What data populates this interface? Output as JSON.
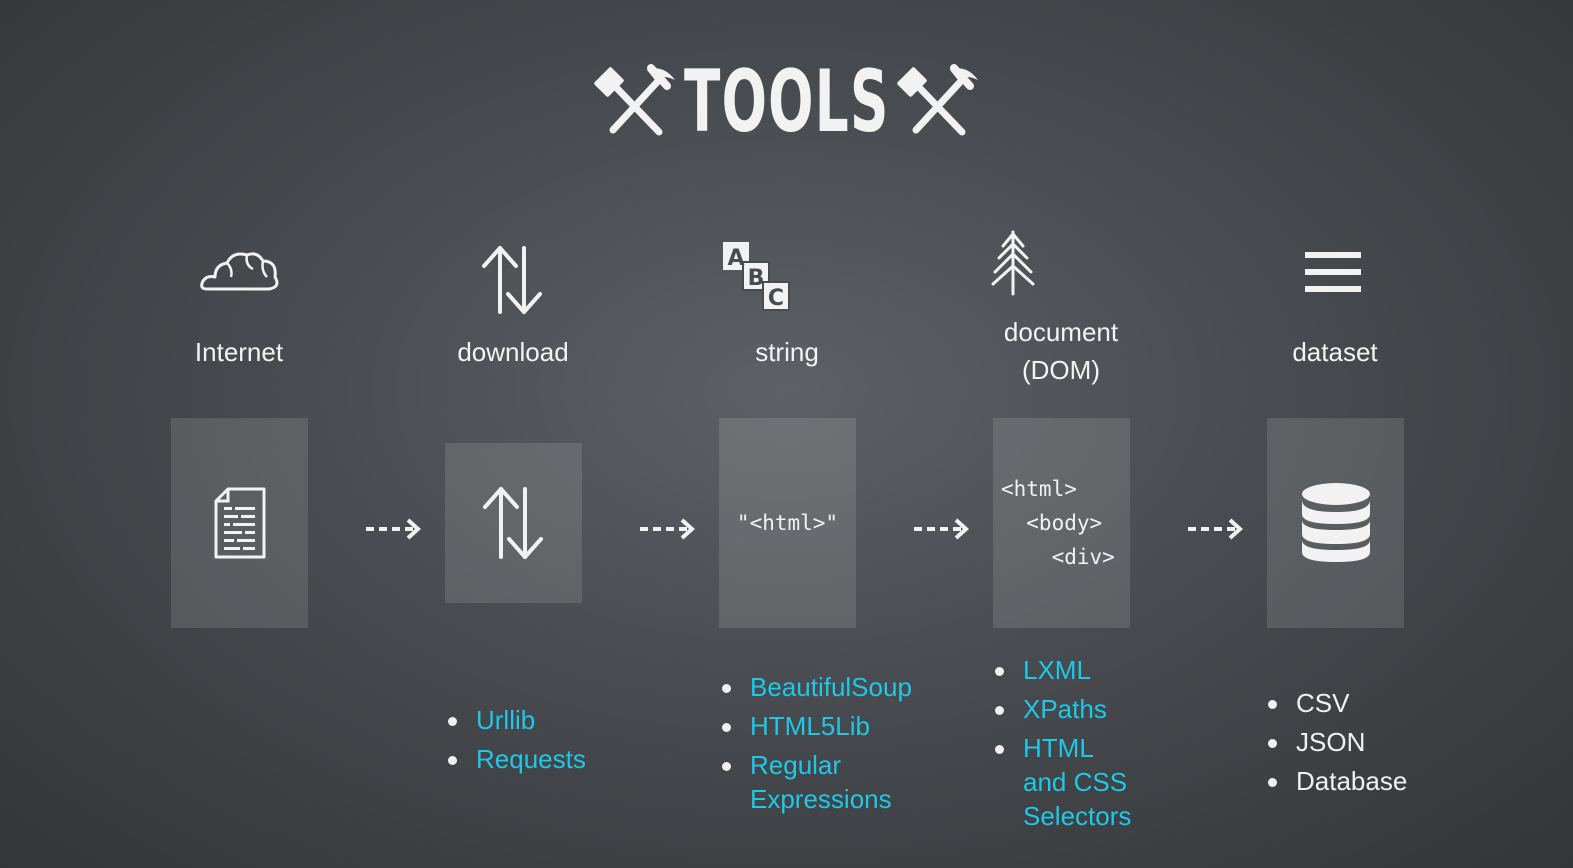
{
  "title": "TOOLS",
  "icons": {
    "title_left": "hammer-pick-icon",
    "title_right": "hammer-pick-icon",
    "internet": "cloud-icon",
    "download": "up-down-arrows-icon",
    "string": "abc-blocks-icon",
    "document": "tree-icon",
    "dataset": "hamburger-lines-icon",
    "box_internet": "document-icon",
    "box_download": "up-down-arrows-icon",
    "box_dataset": "database-icon"
  },
  "stages": [
    {
      "label": "Internet"
    },
    {
      "label": "download"
    },
    {
      "label": "string"
    },
    {
      "label": "document\n(DOM)"
    },
    {
      "label": "dataset"
    }
  ],
  "boxes": {
    "string_code": "\"<html>\"",
    "document_code": "<html>\n  <body>\n    <div>"
  },
  "lists": {
    "download": [
      "Urllib",
      "Requests"
    ],
    "string": [
      "BeautifulSoup",
      "HTML5Lib",
      "Regular\nExpressions"
    ],
    "document": [
      "LXML",
      "XPaths",
      "HTML\nand CSS\nSelectors"
    ],
    "dataset": [
      "CSV",
      "JSON",
      "Database"
    ]
  },
  "colors": {
    "link": "#1ec8e6",
    "text": "#f3f3f3",
    "background": "#484b4f"
  }
}
